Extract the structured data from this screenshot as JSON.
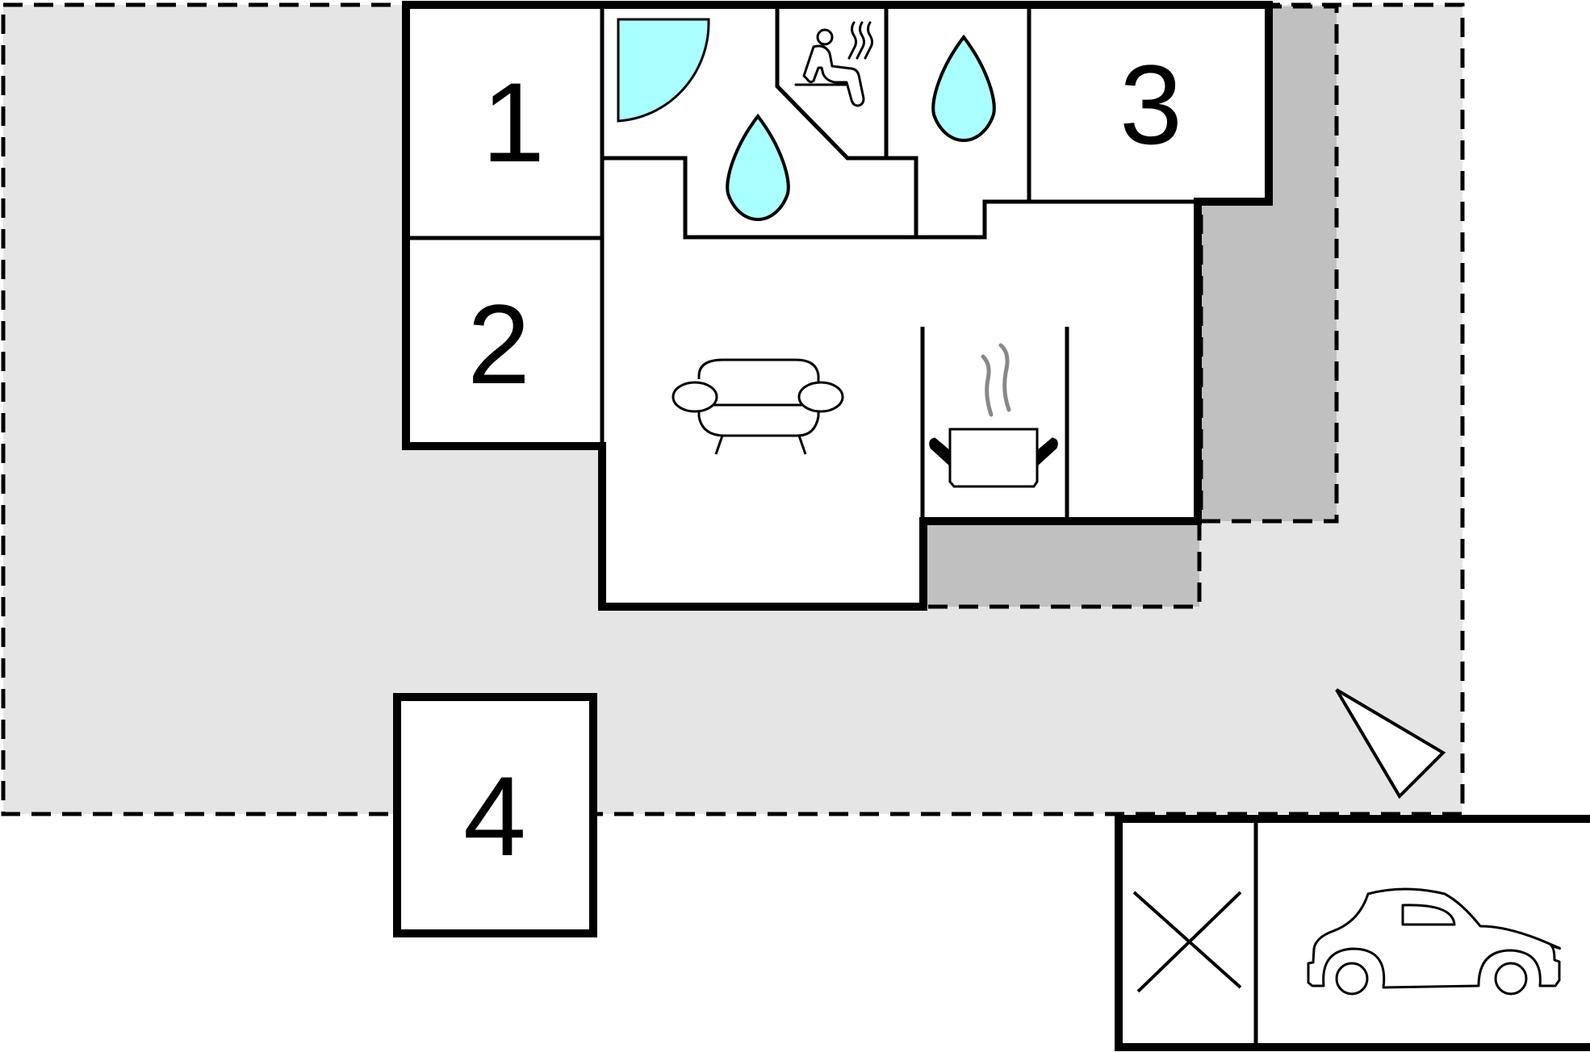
{
  "rooms": [
    {
      "id": "room-1",
      "label": "1"
    },
    {
      "id": "room-2",
      "label": "2"
    },
    {
      "id": "room-3",
      "label": "3"
    },
    {
      "id": "room-4",
      "label": "4"
    }
  ],
  "icons": {
    "shower": "shower-icon",
    "water_drop": "water-drop-icon",
    "sauna": "sauna-icon",
    "sofa": "sofa-icon",
    "cooking_pot": "cooking-pot-icon",
    "car": "car-icon",
    "compass": "north-arrow-icon",
    "cross": "cross-mark-icon"
  },
  "colors": {
    "terrace": "#e5e5e5",
    "covered_terrace": "#c0c0c0",
    "water": "#aaffff",
    "wall": "#000000",
    "steam": "#888888"
  }
}
